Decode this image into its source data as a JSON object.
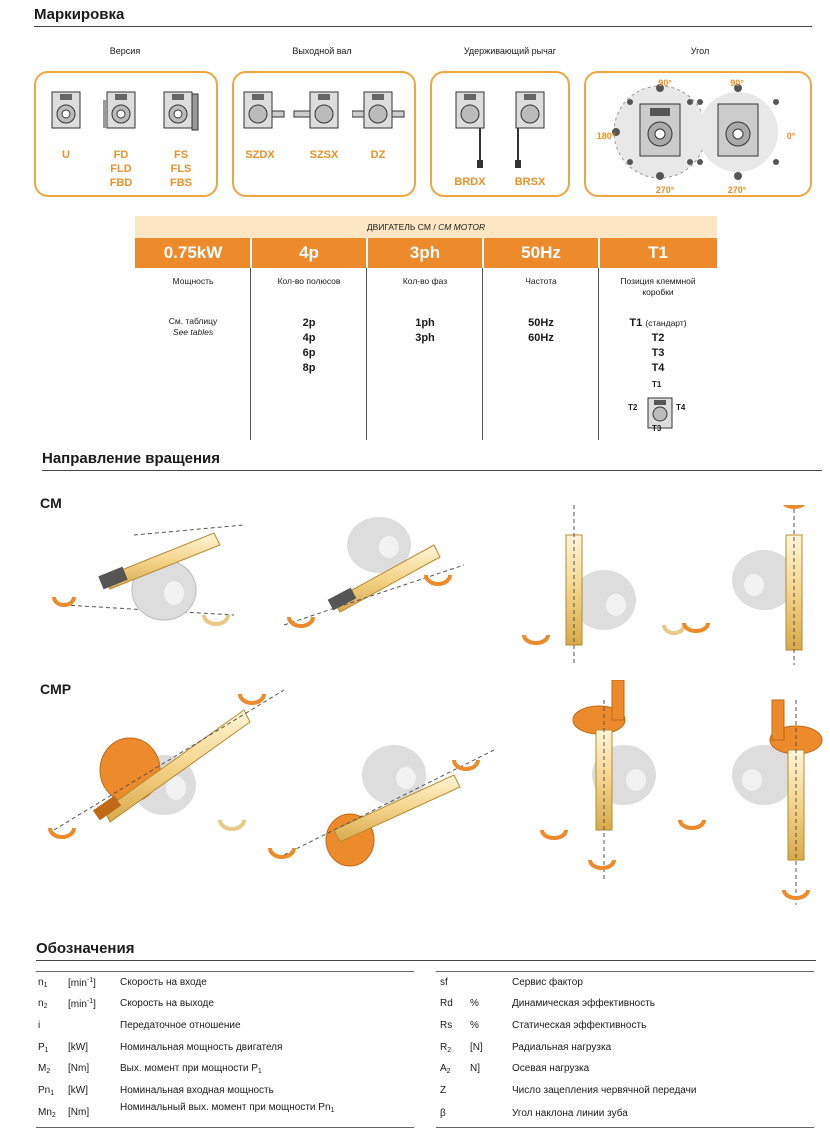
{
  "marking": {
    "title": "Маркировка",
    "captions": [
      "Версия",
      "Выходной вал",
      "Удерживающий рычаг",
      "Угол"
    ],
    "version_labels": [
      "U",
      "FD\nFLD\nFBD",
      "FS\nFLS\nFBS"
    ],
    "shaft_labels": [
      "SZDX",
      "SZSX",
      "DZ"
    ],
    "arm_labels": [
      "BRDX",
      "BRSX"
    ],
    "angle_labels": [
      "90°",
      "90°",
      "180°",
      "0°",
      "270°",
      "270°"
    ]
  },
  "motor": {
    "header_prefix": "ДВИГАТЕЛЬ CM / ",
    "header_italic": "CM MOTOR",
    "codes": [
      "0.75kW",
      "4p",
      "3ph",
      "50Hz",
      "T1"
    ],
    "labels": [
      "Мощность",
      "Кол-во полюсов",
      "Кол-во фаз",
      "Частота",
      "Позиция клеммной коробки"
    ],
    "power_note": "См. таблицу",
    "power_note_en": "See tables",
    "poles": [
      "2p",
      "4p",
      "6p",
      "8p"
    ],
    "phases": [
      "1ph",
      "3ph"
    ],
    "freq": [
      "50Hz",
      "60Hz"
    ],
    "terminal_first": "T1",
    "terminal_first_note": "(стандарт)",
    "terminal_rest": [
      "T2",
      "T3",
      "T4"
    ],
    "terminal_diagram": [
      "T1",
      "T2",
      "T3",
      "T4"
    ]
  },
  "rotation": {
    "title": "Направление вращения",
    "cm": "CM",
    "cmp": "CMP"
  },
  "legend": {
    "title": "Обозначения",
    "left": [
      {
        "sym": "n",
        "sub": "1",
        "unit": "[min",
        "unit_sup": "-1",
        "unit_end": "]",
        "desc": "Скорость на входе"
      },
      {
        "sym": "n",
        "sub": "2",
        "unit": "[min",
        "unit_sup": "-1",
        "unit_end": "]",
        "desc": "Скорость на выходе"
      },
      {
        "sym": "i",
        "sub": "",
        "unit": "",
        "unit_sup": "",
        "unit_end": "",
        "desc": "Передаточное отношение"
      },
      {
        "sym": "P",
        "sub": "1",
        "unit": "[kW]",
        "unit_sup": "",
        "unit_end": "",
        "desc": "Номинальная мощность двигателя"
      },
      {
        "sym": "M",
        "sub": "2",
        "unit": "[Nm]",
        "unit_sup": "",
        "unit_end": "",
        "desc": "Вых. момент при мощности P",
        "desc_sub": "1"
      },
      {
        "sym": "Pn",
        "sub": "1",
        "unit": "[kW]",
        "unit_sup": "",
        "unit_end": "",
        "desc": "Номинальная входная мощность"
      },
      {
        "sym": "Mn",
        "sub": "2",
        "unit": "[Nm]",
        "unit_sup": "",
        "unit_end": "",
        "desc": "Номинальный вых. момент при мощности Pn",
        "desc_sub": "1"
      }
    ],
    "right": [
      {
        "sym": "sf",
        "sub": "",
        "unit": "",
        "desc": "Сервис фактор"
      },
      {
        "sym": "Rd",
        "sub": "",
        "unit": "%",
        "desc": "Динамическая эффективность"
      },
      {
        "sym": "Rs",
        "sub": "",
        "unit": "%",
        "desc": "Статическая эффективность"
      },
      {
        "sym": "R",
        "sub": "2",
        "unit": "[N]",
        "desc": "Радиальная нагрузка"
      },
      {
        "sym": "A",
        "sub": "2",
        "unit": "N]",
        "desc": "Осевая нагрузка"
      },
      {
        "sym": "Z",
        "sub": "",
        "unit": "",
        "desc": "Число зацепления червячной передачи"
      },
      {
        "sym": "β",
        "sub": "",
        "unit": "",
        "desc": "Угол наклона линии зуба"
      }
    ]
  },
  "colors": {
    "accent": "#ec8a2c",
    "panel_border": "#f0a640",
    "header_bg": "#fde6c4"
  }
}
